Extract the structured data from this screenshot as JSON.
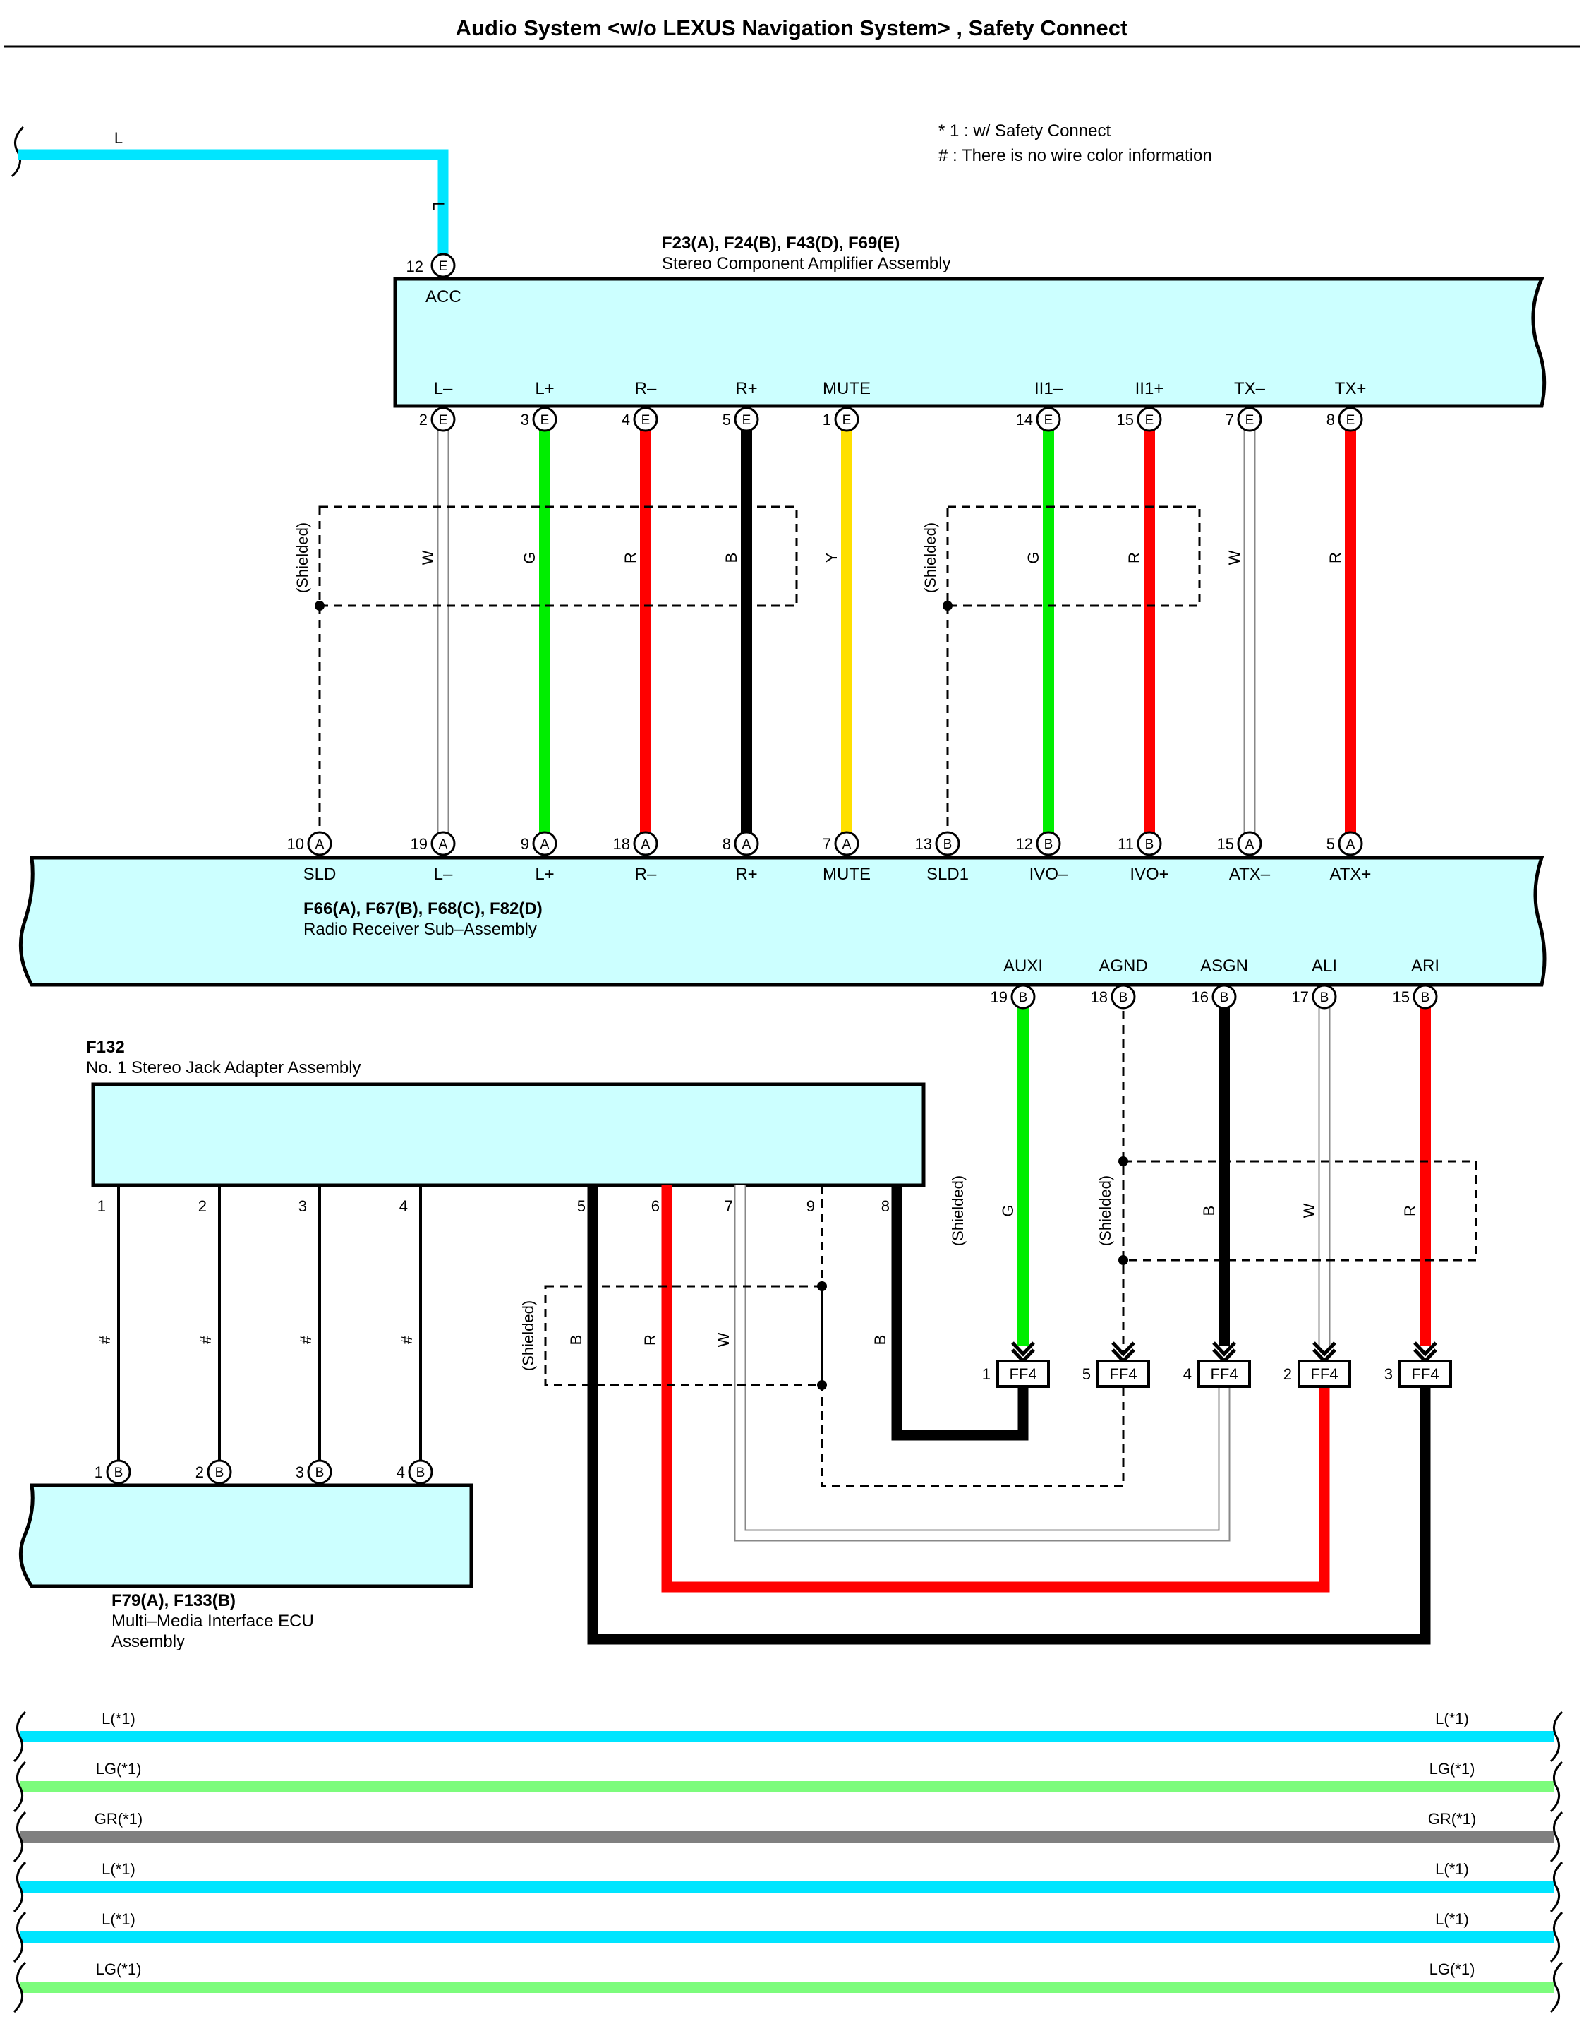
{
  "title": "Audio System <w/o LEXUS Navigation System> , Safety Connect",
  "notes": [
    "* 1 : w/ Safety Connect",
    "# : There is no wire color information"
  ],
  "amplifier": {
    "codes": "F23(A), F24(B), F43(D), F69(E)",
    "name": "Stereo Component Amplifier Assembly",
    "acc": {
      "num": "12",
      "conn": "E",
      "label": "ACC",
      "wire": "L",
      "color": "#00e5ff"
    },
    "pins": [
      {
        "label": "L–",
        "num": "2",
        "conn": "E"
      },
      {
        "label": "L+",
        "num": "3",
        "conn": "E"
      },
      {
        "label": "R–",
        "num": "4",
        "conn": "E"
      },
      {
        "label": "R+",
        "num": "5",
        "conn": "E"
      },
      {
        "label": "MUTE",
        "num": "1",
        "conn": "E"
      },
      {
        "label": "II1–",
        "num": "14",
        "conn": "E"
      },
      {
        "label": "II1+",
        "num": "15",
        "conn": "E"
      },
      {
        "label": "TX–",
        "num": "7",
        "conn": "E"
      },
      {
        "label": "TX+",
        "num": "8",
        "conn": "E"
      }
    ]
  },
  "input_wire_label": "L",
  "amp_wires": [
    {
      "label": "W",
      "color": "#ffffff"
    },
    {
      "label": "G",
      "color": "#00ee00"
    },
    {
      "label": "R",
      "color": "#ff0000"
    },
    {
      "label": "B",
      "color": "#000000"
    },
    {
      "label": "Y",
      "color": "#ffe000"
    },
    {
      "label": "G",
      "color": "#00ee00"
    },
    {
      "label": "R",
      "color": "#ff0000"
    },
    {
      "label": "W",
      "color": "#ffffff"
    },
    {
      "label": "R",
      "color": "#ff0000"
    }
  ],
  "shield_label": "(Shielded)",
  "receiver": {
    "codes": "F66(A), F67(B), F68(C), F82(D)",
    "name": "Radio Receiver Sub–Assembly",
    "top_pins": [
      {
        "label": "SLD",
        "num": "10",
        "conn": "A"
      },
      {
        "label": "L–",
        "num": "19",
        "conn": "A"
      },
      {
        "label": "L+",
        "num": "9",
        "conn": "A"
      },
      {
        "label": "R–",
        "num": "18",
        "conn": "A"
      },
      {
        "label": "R+",
        "num": "8",
        "conn": "A"
      },
      {
        "label": "MUTE",
        "num": "7",
        "conn": "A"
      },
      {
        "label": "SLD1",
        "num": "13",
        "conn": "B"
      },
      {
        "label": "IVO–",
        "num": "12",
        "conn": "B"
      },
      {
        "label": "IVO+",
        "num": "11",
        "conn": "B"
      },
      {
        "label": "ATX–",
        "num": "15",
        "conn": "A"
      },
      {
        "label": "ATX+",
        "num": "5",
        "conn": "A"
      }
    ],
    "bottom_pins": [
      {
        "label": "AUXI",
        "num": "19",
        "conn": "B"
      },
      {
        "label": "AGND",
        "num": "18",
        "conn": "B"
      },
      {
        "label": "ASGN",
        "num": "16",
        "conn": "B"
      },
      {
        "label": "ALI",
        "num": "17",
        "conn": "B"
      },
      {
        "label": "ARI",
        "num": "15",
        "conn": "B"
      }
    ]
  },
  "aux_wires": [
    {
      "label": "G",
      "color": "#00ee00"
    },
    {
      "label": "",
      "color": "#000000"
    },
    {
      "label": "B",
      "color": "#000000"
    },
    {
      "label": "W",
      "color": "#ffffff"
    },
    {
      "label": "R",
      "color": "#ff0000"
    }
  ],
  "junctions": [
    {
      "num": "1",
      "label": "FF4"
    },
    {
      "num": "5",
      "label": "FF4"
    },
    {
      "num": "4",
      "label": "FF4"
    },
    {
      "num": "2",
      "label": "FF4"
    },
    {
      "num": "3",
      "label": "FF4"
    }
  ],
  "jack": {
    "code": "F132",
    "name": "No. 1 Stereo Jack Adapter Assembly",
    "pins_left": [
      "1",
      "2",
      "3",
      "4"
    ],
    "pins_right": [
      "5",
      "6",
      "7",
      "9",
      "8"
    ],
    "left_wire_label": "#",
    "right_wires": [
      {
        "label": "B",
        "color": "#000000"
      },
      {
        "label": "R",
        "color": "#ff0000"
      },
      {
        "label": "W",
        "color": "#ffffff"
      },
      {
        "label": "B",
        "color": "#000000"
      }
    ]
  },
  "ecu": {
    "codes": "F79(A), F133(B)",
    "name_line1": "Multi–Media Interface ECU",
    "name_line2": "Assembly",
    "pins": [
      {
        "num": "1",
        "conn": "B"
      },
      {
        "num": "2",
        "conn": "B"
      },
      {
        "num": "3",
        "conn": "B"
      },
      {
        "num": "4",
        "conn": "B"
      }
    ]
  },
  "bottom_wires": [
    {
      "label": "L(*1)",
      "color": "#00e5ff"
    },
    {
      "label": "LG(*1)",
      "color": "#7cfc7c"
    },
    {
      "label": "GR(*1)",
      "color": "#808080"
    },
    {
      "label": "L(*1)",
      "color": "#00e5ff"
    },
    {
      "label": "L(*1)",
      "color": "#00e5ff"
    },
    {
      "label": "LG(*1)",
      "color": "#7cfc7c"
    }
  ]
}
